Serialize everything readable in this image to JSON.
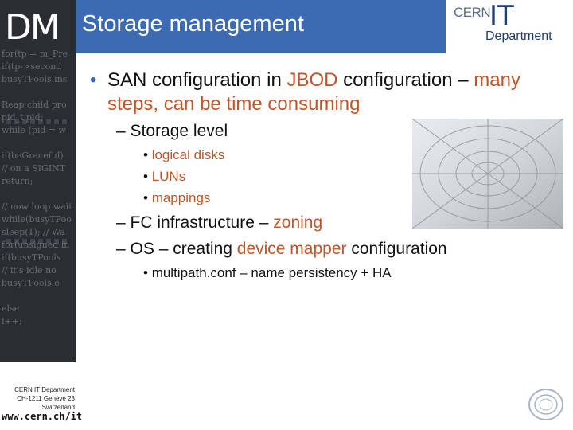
{
  "header": {
    "logo": "DM",
    "title": "Storage management",
    "cern_logo": {
      "cern": "CERN",
      "it": "IT",
      "department": "Department"
    }
  },
  "sidebar": {
    "code_lines": [
      "for(tp = m_Pre",
      "if(tp->second",
      "busyTPools.ins",
      "",
      "Reap child pro",
      "pid_t pid;",
      "while (pid = w",
      "",
      "if(beGraceful)",
      "// on a SIGINT",
      "return;",
      "",
      "// now loop wait",
      "while(busyTPoo",
      "sleep(1); // Wa",
      "for(unsigned in",
      "if(busyTPools",
      "// it's idle no",
      "busyTPools.e",
      "",
      "else",
      "i++;"
    ],
    "footer": {
      "line1": "CERN IT Department",
      "line2": "CH-1211 Genève 23",
      "line3": "Switzerland",
      "url": "www.cern.ch/it"
    }
  },
  "body": {
    "bullet1": {
      "marker": "•",
      "part1": "SAN configuration in ",
      "accent1": "JBOD",
      "part2": " configuration – ",
      "accent2": "many steps, can be time consuming"
    },
    "sub1": {
      "marker": "–",
      "text": "Storage level"
    },
    "sub1_items": [
      {
        "marker": "•",
        "text": "logical disks"
      },
      {
        "marker": "•",
        "text": "LUNs"
      },
      {
        "marker": "•",
        "text": "mappings"
      }
    ],
    "sub2": {
      "marker": "–",
      "part1": "FC infrastructure – ",
      "accent": "zoning"
    },
    "sub3": {
      "marker": "–",
      "part1": "OS – creating ",
      "accent": "device mapper",
      "part2": " configuration"
    },
    "sub3_items": [
      {
        "marker": "•",
        "text": "multipath.conf – name persistency + HA"
      }
    ]
  },
  "colors": {
    "header_bg": "#3d6bb3",
    "accent": "#c0552a",
    "sidebar_bg": "#2a2d31"
  },
  "icons": {
    "cern_seal": "cern-seal-icon",
    "cobweb": "cobweb-image"
  }
}
